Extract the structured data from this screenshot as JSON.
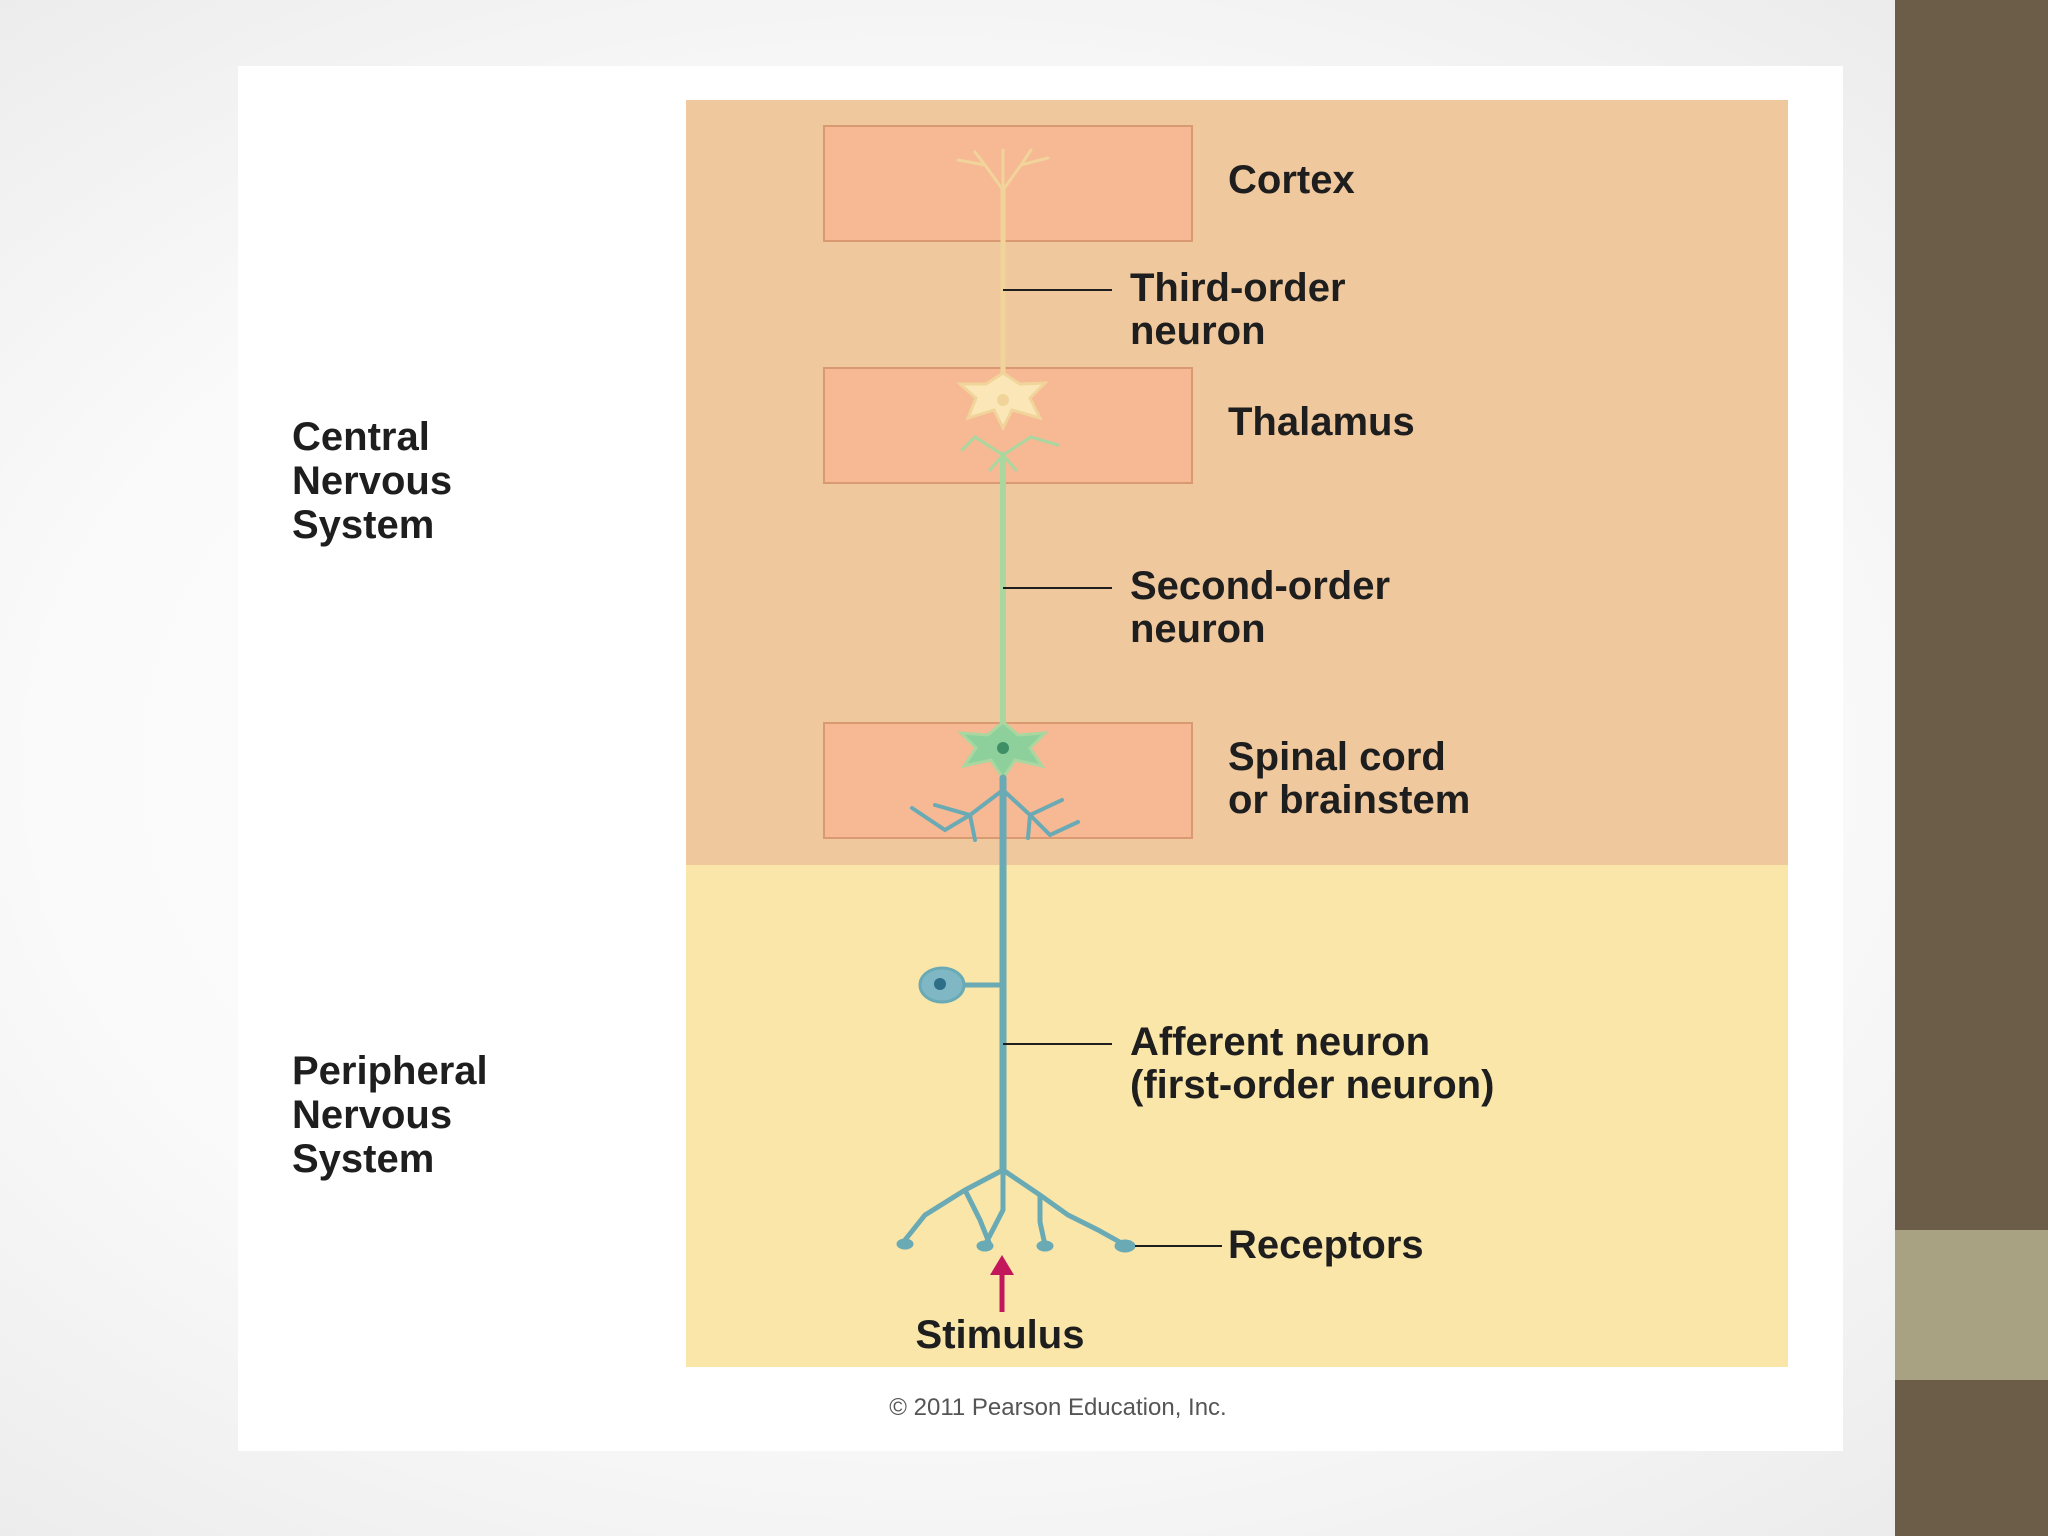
{
  "colors": {
    "cns_region": "#f0c89e",
    "pns_region": "#fbe6a9",
    "box_fill": "#f7b894",
    "box_stroke": "#d99a72",
    "third_order": "#f1d49a",
    "second_order": "#a9d79f",
    "first_order": "#6aaab4",
    "stimulus_arrow": "#c2185b",
    "sidebar_dark": "#6b5d47",
    "sidebar_light": "#a8a283"
  },
  "diagram": {
    "regions": {
      "cns": "Central Nervous System",
      "pns": "Peripheral Nervous System"
    },
    "levels": {
      "cortex": "Cortex",
      "thalamus": "Thalamus",
      "spinal_line1": "Spinal cord",
      "spinal_line2": "or brainstem"
    },
    "neurons": {
      "third_line1": "Third-order",
      "third_line2": "neuron",
      "second_line1": "Second-order",
      "second_line2": "neuron",
      "afferent_line1": "Afferent neuron",
      "afferent_line2": "(first-order neuron)"
    },
    "receptors": "Receptors",
    "stimulus": "Stimulus",
    "copyright": "© 2011 Pearson Education, Inc."
  }
}
